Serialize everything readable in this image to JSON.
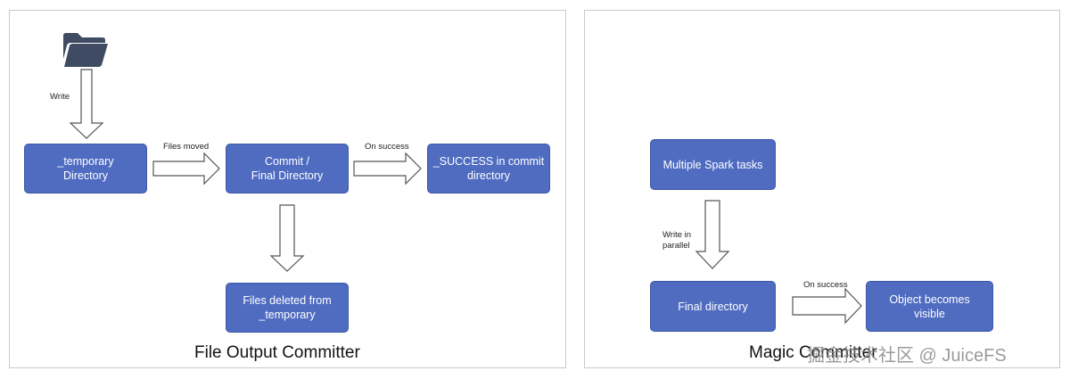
{
  "left": {
    "caption": "File Output Committer",
    "boxes": {
      "temporary": "_temporary\nDirectory",
      "commit": "Commit /\nFinal Directory",
      "success": "_SUCCESS in commit\ndirectory",
      "deleted": "Files deleted from\n_temporary"
    },
    "labels": {
      "write": "Write",
      "files_moved": "Files moved",
      "on_success": "On success"
    }
  },
  "right": {
    "caption": "Magic Committer",
    "boxes": {
      "tasks": "Multiple Spark tasks",
      "final": "Final directory",
      "visible": "Object becomes\nvisible"
    },
    "labels": {
      "write_parallel": "Write in\nparallel",
      "on_success": "On success"
    }
  },
  "watermark": "掘金技术社区 @ JuiceFS",
  "colors": {
    "box_fill": "#4f6cc1",
    "box_text": "#ffffff",
    "folder_icon": "#3f4a63"
  },
  "icons": [
    "folder-icon"
  ]
}
